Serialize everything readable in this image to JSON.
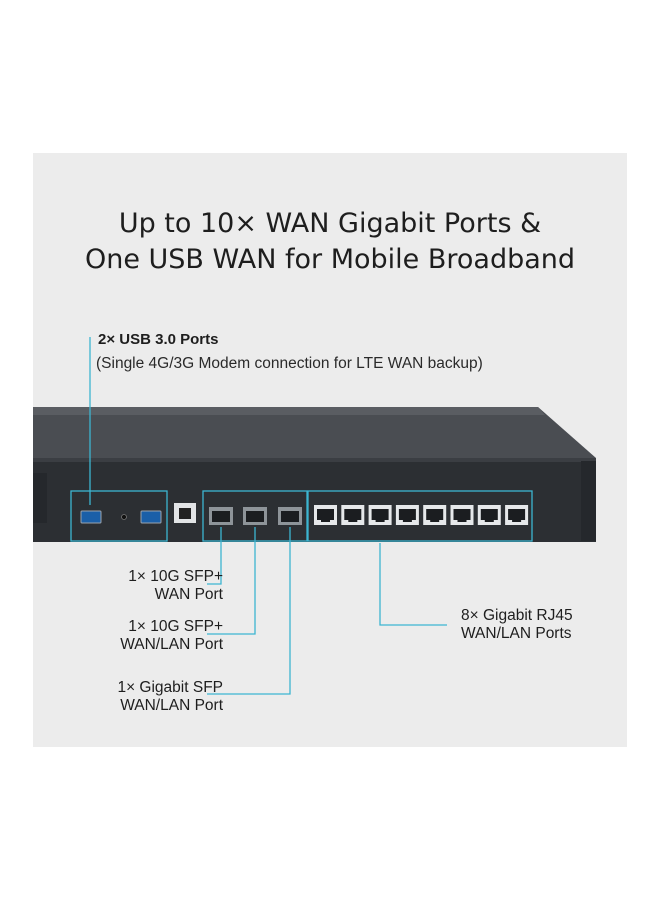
{
  "headline": {
    "line1": "Up to 10× WAN Gigabit Ports &",
    "line2": "One USB WAN for Mobile Broadband"
  },
  "usb_callout": {
    "title": "2× USB 3.0 Ports",
    "subtitle": "(Single 4G/3G Modem connection for LTE WAN backup)"
  },
  "callouts": {
    "sfp_wan": {
      "line1": "1× 10G SFP+",
      "line2": "WAN Port"
    },
    "sfp_wanlan": {
      "line1": "1× 10G SFP+",
      "line2": "WAN/LAN Port"
    },
    "gigabit_sfp": {
      "line1": "1× Gigabit SFP",
      "line2": "WAN/LAN Port"
    },
    "rj45": {
      "line1": "8× Gigabit RJ45",
      "line2": "WAN/LAN Ports"
    }
  },
  "colors": {
    "panel_bg": "#ececec",
    "callout_line": "#3cb5d1",
    "chassis": "#2c2f33",
    "chassis_top": "#4a4d52"
  }
}
